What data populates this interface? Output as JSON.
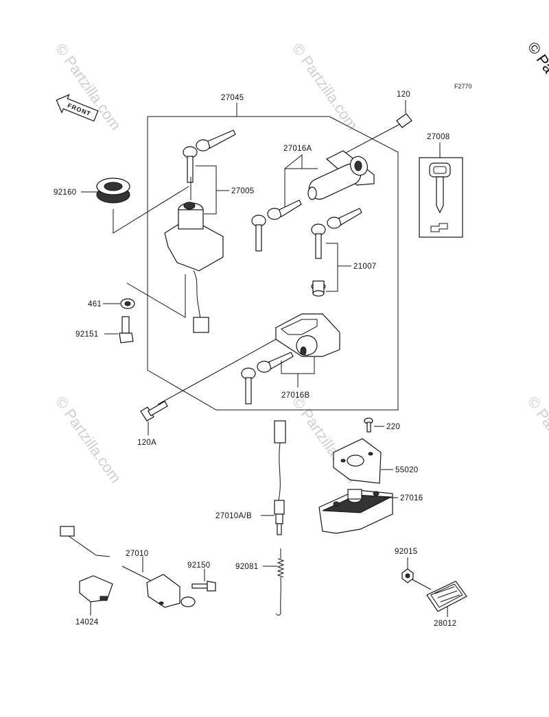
{
  "diagram_code": "F2770",
  "front_label": "FRONT",
  "brand_mark": "© Pa",
  "watermark": "© Partzilla.com",
  "parts": {
    "p27045": "27045",
    "p120": "120",
    "p27008": "27008",
    "p27016A": "27016A",
    "p92160": "92160",
    "p27005": "27005",
    "p21007": "21007",
    "p461": "461",
    "p92151": "92151",
    "p27016B": "27016B",
    "p120A": "120A",
    "p220": "220",
    "p55020": "55020",
    "p27016": "27016",
    "p27010AB": "27010A/B",
    "p92081": "92081",
    "p27010": "27010",
    "p92150": "92150",
    "p92015": "92015",
    "p14024": "14024",
    "p28012": "28012"
  }
}
